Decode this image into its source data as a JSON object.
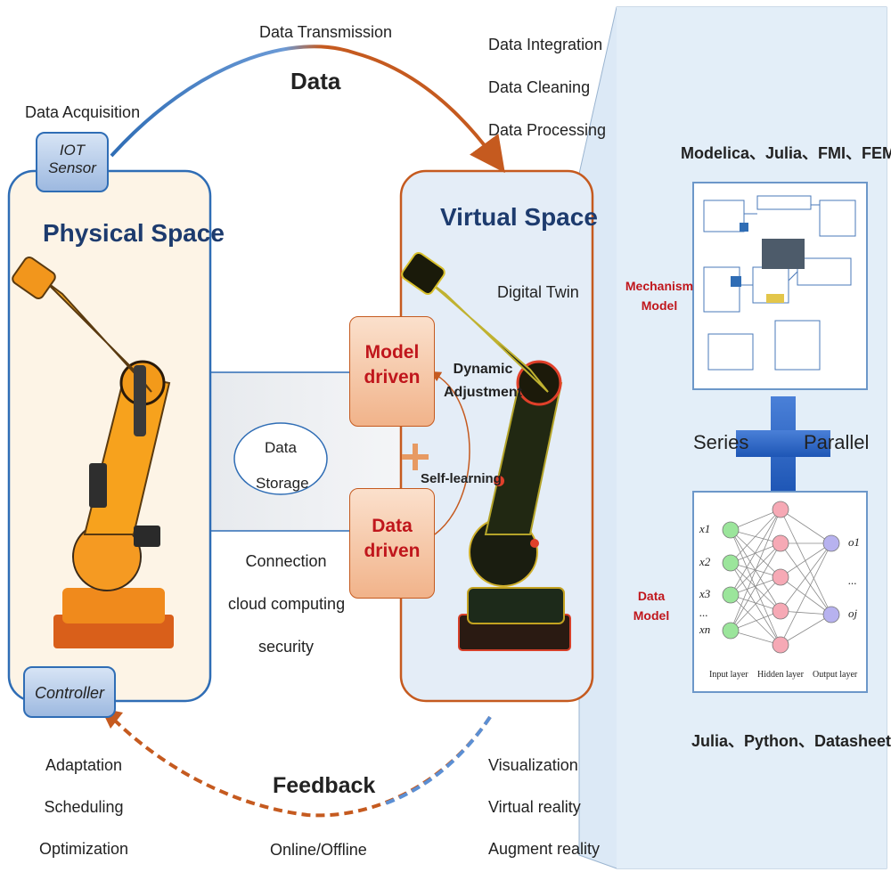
{
  "top": {
    "data_transmission": "Data Transmission",
    "data": "Data",
    "data_acquisition": "Data Acquisition",
    "processing": [
      "Data Integration",
      "Data Cleaning",
      "Data Processing"
    ]
  },
  "physical": {
    "title": "Physical Space",
    "iot_line1": "IOT",
    "iot_line2": "Sensor",
    "controller": "Controller"
  },
  "middle": {
    "data_storage_line1": "Data",
    "data_storage_line2": "Storage",
    "connection": [
      "Connection",
      "cloud computing",
      "security"
    ],
    "model_driven_line1": "Model",
    "model_driven_line2": "driven",
    "data_driven_line1": "Data",
    "data_driven_line2": "driven",
    "plus": "+",
    "dynamic_line1": "Dynamic",
    "dynamic_line2": "Adjustment",
    "self_learning": "Self-learning"
  },
  "virtual": {
    "title": "Virtual Space",
    "digital_twin": "Digital Twin"
  },
  "bottom": {
    "feedback": "Feedback",
    "online_offline": "Online/Offline",
    "left_list": [
      "Adaptation",
      "Scheduling",
      "Optimization"
    ],
    "right_list": [
      "Visualization",
      "Virtual reality",
      "Augment reality"
    ]
  },
  "right_panel": {
    "top_tools": "Modelica、Julia、FMI、FEM...",
    "mechanism_line1": "Mechanism",
    "mechanism_line2": "Model",
    "series": "Series",
    "parallel": "Parallel",
    "data_model_line1": "Data",
    "data_model_line2": "Model",
    "bottom_tools": "Julia、Python、Datasheet...",
    "nn": {
      "inputs": [
        "x1",
        "x2",
        "x3",
        "...",
        "xn"
      ],
      "outputs": [
        "o1",
        "...",
        "oj"
      ],
      "layers": [
        "Input layer",
        "Hidden layer",
        "Output layer"
      ]
    }
  },
  "colors": {
    "blue_border": "#2f6db5",
    "orange_border": "#c55a1f",
    "physical_fill": "#fdf4e6",
    "virtual_fill": "#e4edf7",
    "panel_fill": "#dce9f6",
    "node_fill": "#f6c6a8",
    "dark_red": "#c0161c",
    "nn_green": "#9be59b",
    "nn_pink": "#f6a9b5",
    "nn_purple": "#b7b2ef"
  }
}
